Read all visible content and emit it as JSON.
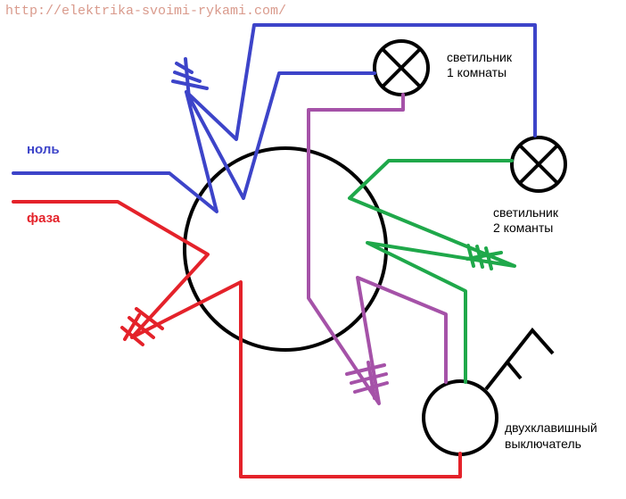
{
  "watermark": "http://elektrika-svoimi-rykami.com/",
  "labels": {
    "neutral": "ноль",
    "phase": "фаза",
    "lamp1_line1": "светильник",
    "lamp1_line2": "1 комнаты",
    "lamp2_line1": "светильник",
    "lamp2_line2": "2 команты",
    "switch_line1": "двухклавишный",
    "switch_line2": "выключатель"
  },
  "colors": {
    "neutral": "#3d44c9",
    "phase": "#e4222a",
    "lamp1_switched": "#a552a8",
    "lamp2_switched": "#1fa84a",
    "outline": "#000000",
    "watermark": "#d99a8c"
  }
}
